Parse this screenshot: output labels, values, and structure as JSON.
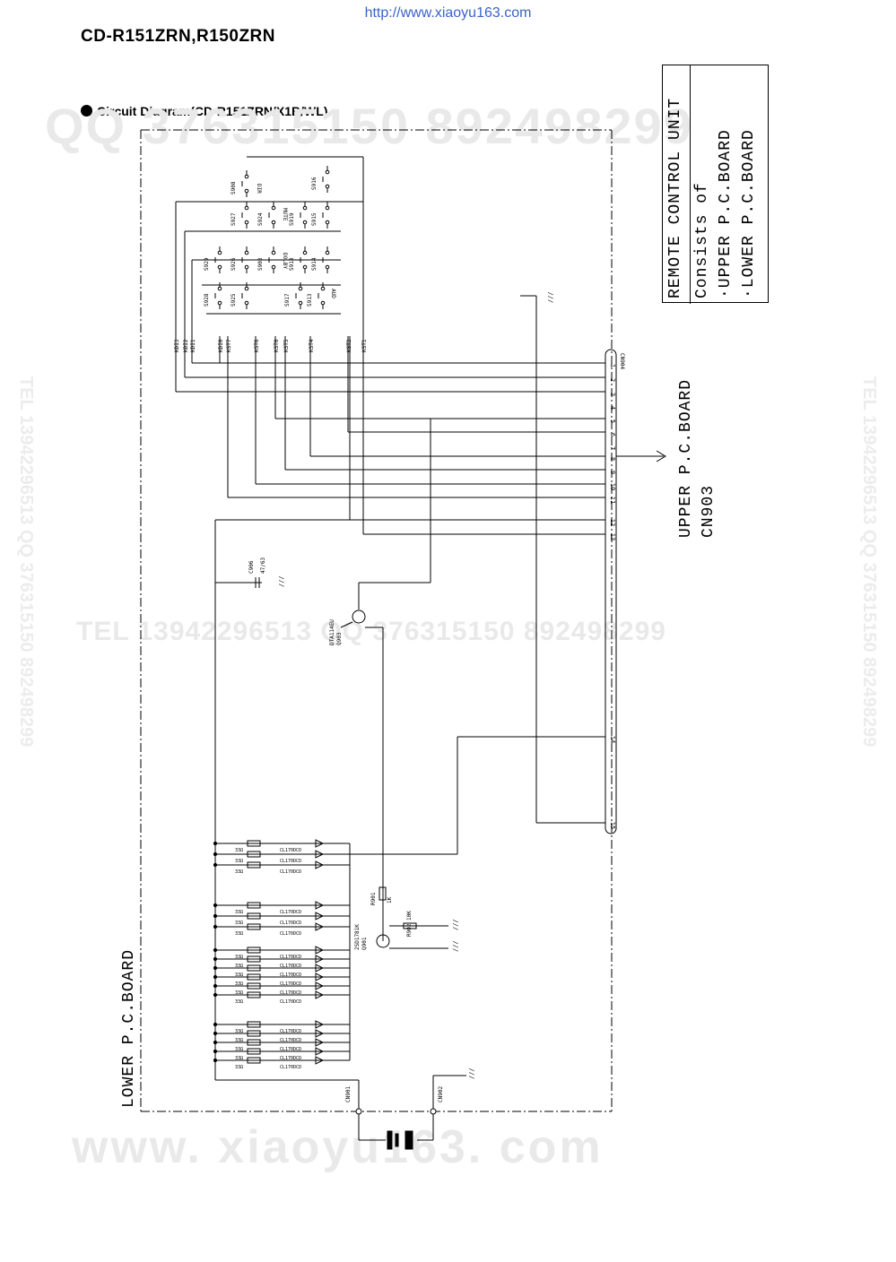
{
  "header": {
    "url_top": "http://www.xiaoyu163.com",
    "model": "CD-R151ZRN,R150ZRN",
    "diagram_title": "Circuit Diagram(CD-R151ZRN/X1B/WL)"
  },
  "footer": {
    "url_bottom": "http://www.xiaoyu163.com"
  },
  "watermarks": {
    "top": "QQ 376315150  892498299",
    "middle": "TEL 13942296513     QQ 376315150  892498299",
    "bottom": "www. xiaoyu163. com",
    "side": "TEL 13942296513  QQ 376315150  892498299"
  },
  "legend": {
    "title": "REMOTE CONTROL UNIT",
    "line1": "Consists of",
    "line2": "·UPPER P.C.BOARD",
    "line3": "·LOWER P.C.BOARD"
  },
  "labels": {
    "upper_board": "UPPER P.C.BOARD",
    "upper_connector": "CN903",
    "lower_board": "LOWER P.C.BOARD",
    "cn904": "CN904",
    "cn901": "CN901",
    "cn902": "CN902"
  },
  "switches": [
    "S908",
    "S916",
    "S927",
    "S924",
    "S919",
    "S915",
    "S929",
    "S926",
    "S903",
    "S918",
    "S914",
    "S928",
    "S925",
    "S917",
    "S913"
  ],
  "switch_functions": [
    "DIR",
    "MUTE",
    "DOLBY",
    "AUD"
  ],
  "key_lines": [
    "KDI3",
    "KDI2",
    "KDI1",
    "KDI0",
    "KST7",
    "KST6",
    "KST0",
    "KST5",
    "KST4",
    "KST3",
    "KST1"
  ],
  "connector_pins": [
    "1",
    "2",
    "3",
    "4",
    "5",
    "6",
    "7",
    "8",
    "9",
    "10",
    "11",
    "12",
    "13",
    "14",
    "15"
  ],
  "components": {
    "c906": "C906",
    "c906_value": "47/63",
    "q903": "Q903",
    "q903_type": "DTA114EU",
    "q901": "Q901",
    "q901_type": "2SD1781K",
    "r901": "R901",
    "r901_value": "1K",
    "r902": "R902",
    "r902_value": "10K",
    "led_type": "CL170DCD",
    "resistor_value": "33Ω"
  }
}
